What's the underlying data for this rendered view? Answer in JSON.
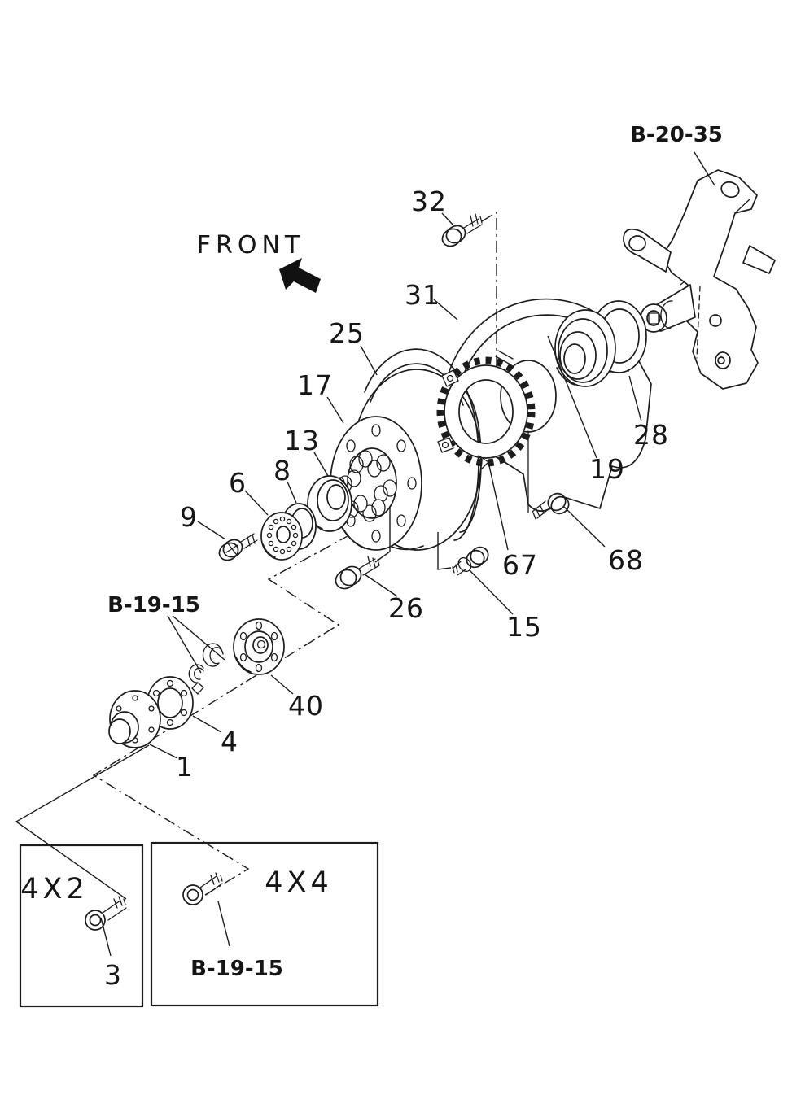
{
  "figure": {
    "orientation": {
      "front": "FRONT"
    },
    "references": {
      "knuckle_ref": "B-20-35",
      "hub_kit_ref_upper": "B-19-15",
      "hub_kit_ref_lower": "B-19-15"
    },
    "callouts": {
      "n1": "1",
      "n3": "3",
      "n4": "4",
      "n6": "6",
      "n8": "8",
      "n9": "9",
      "n13": "13",
      "n15": "15",
      "n17": "17",
      "n19": "19",
      "n25": "25",
      "n26": "26",
      "n28": "28",
      "n31": "31",
      "n32": "32",
      "n40": "40",
      "n67": "67",
      "n68": "68"
    },
    "variant_boxes": {
      "left": "4X2",
      "right": "4X4"
    },
    "colors": {
      "ink": "#1c1c1c",
      "background": "#ffffff"
    }
  }
}
